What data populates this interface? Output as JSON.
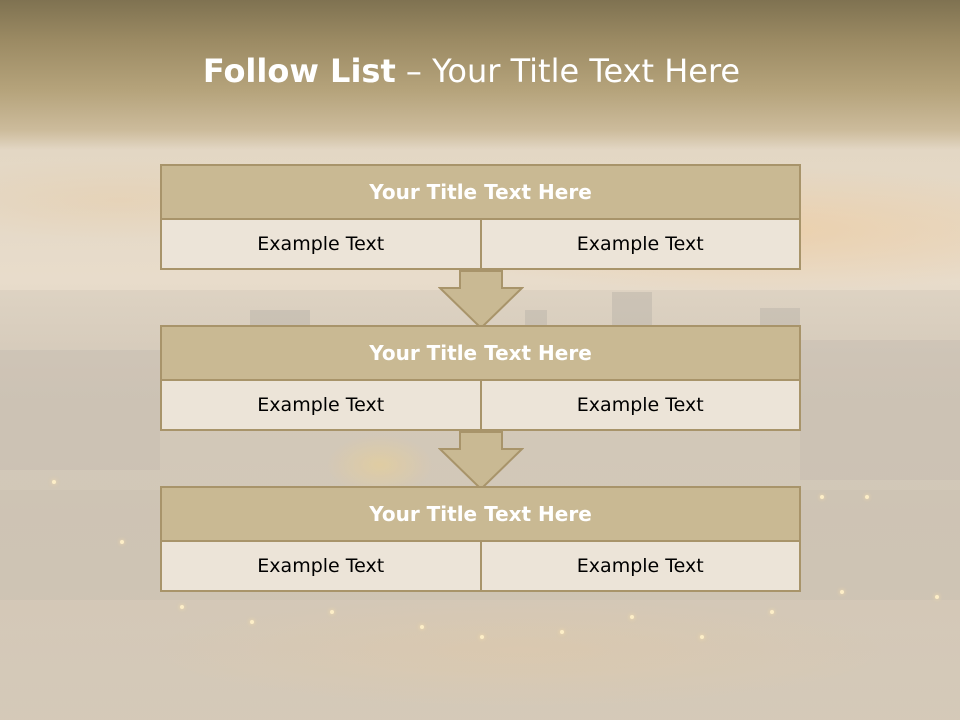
{
  "slide": {
    "title_bold": "Follow List",
    "title_rest": "– Your Title Text Here"
  },
  "blocks": [
    {
      "title": "Your Title Text Here",
      "left": "Example Text",
      "right": "Example Text"
    },
    {
      "title": "Your Title Text Here",
      "left": "Example Text",
      "right": "Example Text"
    },
    {
      "title": "Your Title Text Here",
      "left": "Example Text",
      "right": "Example Text"
    }
  ],
  "colors": {
    "header_fill": "#c9b993",
    "border": "#a8946a",
    "cell_fill": "#ece4d8",
    "top_band": "#9b8a63"
  },
  "icons": [
    "down-arrow-icon",
    "down-arrow-icon"
  ]
}
